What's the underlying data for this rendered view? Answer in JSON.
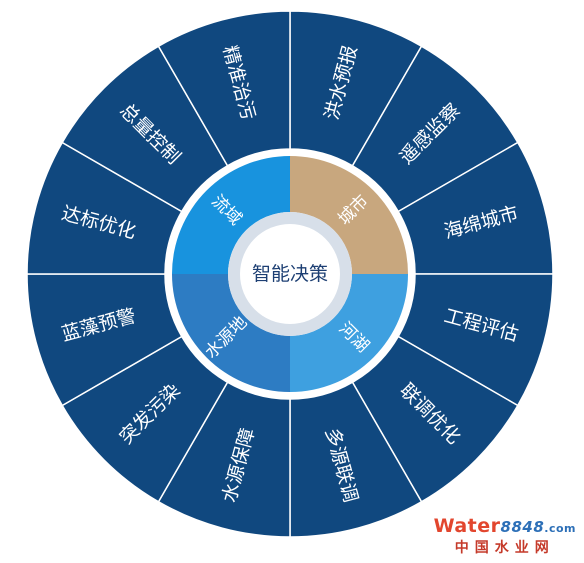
{
  "center": {
    "label": "智能决策"
  },
  "quadrants": [
    {
      "label": "城市",
      "color": "#c8a77e"
    },
    {
      "label": "河湖",
      "color": "#3ea0e0"
    },
    {
      "label": "水源地",
      "color": "#2d7cc3"
    },
    {
      "label": "流域",
      "color": "#1893de"
    }
  ],
  "outer_ring": {
    "color": "#10487f",
    "segments": [
      {
        "label": "洪水预报"
      },
      {
        "label": "遥感监察"
      },
      {
        "label": "海绵城市"
      },
      {
        "label": "工程评估"
      },
      {
        "label": "联调优化"
      },
      {
        "label": "多源联调"
      },
      {
        "label": "水源保障"
      },
      {
        "label": "突发污染"
      },
      {
        "label": "蓝藻预警"
      },
      {
        "label": "达标优化"
      },
      {
        "label": "总量控制"
      },
      {
        "label": "精准治污"
      }
    ]
  },
  "watermark": {
    "brand_w": "Water",
    "brand_num": "8848",
    "brand_com": ".com",
    "sub": "中国水业网"
  }
}
